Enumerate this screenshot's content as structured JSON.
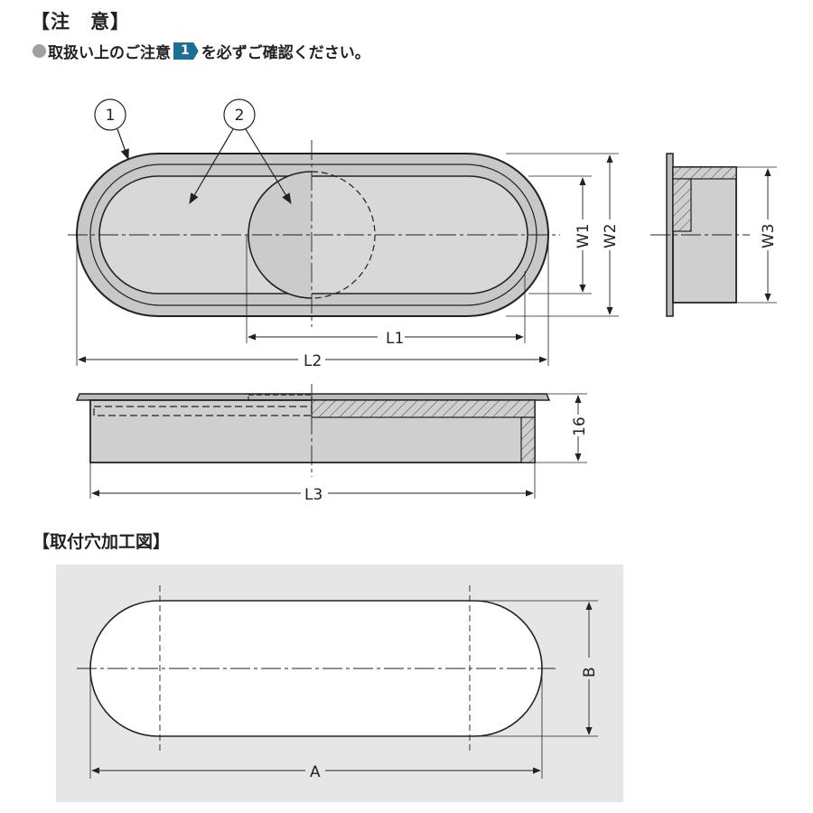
{
  "header": {
    "title": "【注　意】",
    "note_prefix": "取扱い上のご注意",
    "note_badge": "1",
    "note_suffix": "を必ずご確認ください。"
  },
  "drawing": {
    "callouts": [
      "1",
      "2"
    ],
    "dims": {
      "W1": "W1",
      "W2": "W2",
      "W3": "W3",
      "L1": "L1",
      "L2": "L2",
      "L3": "L3",
      "height": "16"
    },
    "colors": {
      "part_fill": "#cfcfcf",
      "panel_bg": "#e6e6e6",
      "badge": "#1e6f94"
    }
  },
  "cutout": {
    "title": "【取付穴加工図】",
    "dim_a": "A",
    "dim_b": "B"
  }
}
